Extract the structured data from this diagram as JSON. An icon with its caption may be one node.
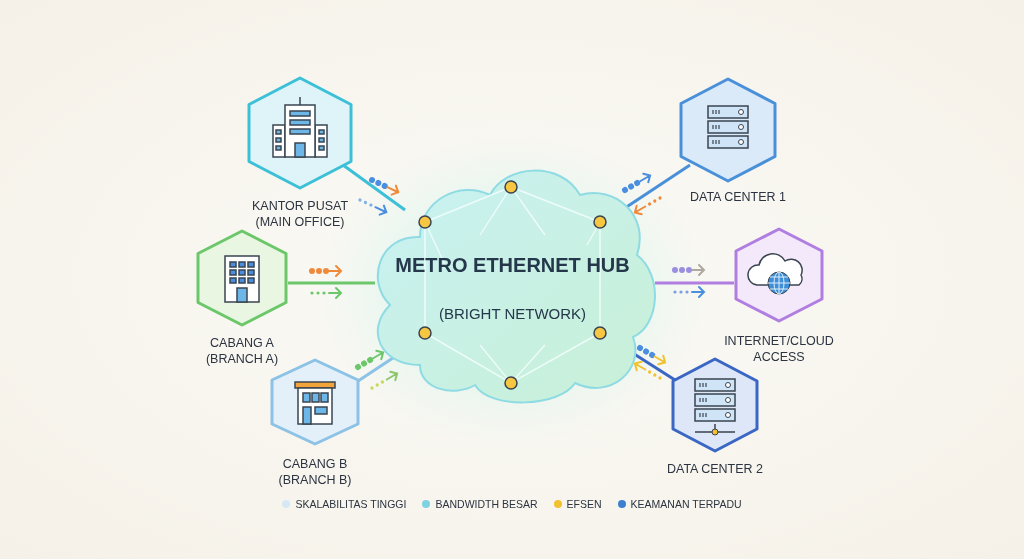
{
  "diagram": {
    "nodes": [
      {
        "text": [
          "METRO ETHERNET HUB",
          "(BRIGHT NETWORK)"
        ]
      },
      {
        "text": [
          "KANTOR PUSAT (MAIN OFFICE)"
        ]
      },
      {
        "text": [
          "CABANG A (BRANCH A)"
        ]
      },
      {
        "text": [
          "CABANG B (BRANCH B)"
        ]
      },
      {
        "text": [
          "DATA CENTER 1"
        ]
      },
      {
        "text": [
          "INTERNET/CLOUD ACCESS"
        ]
      },
      {
        "text": [
          "DATA CENTER 2"
        ]
      }
    ],
    "edges": [
      {
        "from": 1,
        "to": 0,
        "arrow": "none",
        "color": "#3cc0d8"
      },
      {
        "from": 2,
        "to": 0,
        "arrow": "none",
        "color": "#6cc76a"
      },
      {
        "from": 3,
        "to": 0,
        "arrow": "none",
        "color": "#8cc2e6"
      },
      {
        "from": 4,
        "to": 0,
        "arrow": "none",
        "color": "#4a90d9"
      },
      {
        "from": 5,
        "to": 0,
        "arrow": "none",
        "color": "#b07ee0"
      },
      {
        "from": 6,
        "to": 0,
        "arrow": "none",
        "color": "#3a66c4"
      }
    ],
    "legend": [
      {
        "text": "SKALABILITAS TINGGI",
        "color": "#d6e8f5"
      },
      {
        "text": "BANDWIDTH BESAR",
        "color": "#7fd3e0"
      },
      {
        "text": "EFSEN",
        "color": "#f2c12e"
      },
      {
        "text": "KEAMANAN TERPADU",
        "color": "#3f7fd1"
      }
    ]
  }
}
